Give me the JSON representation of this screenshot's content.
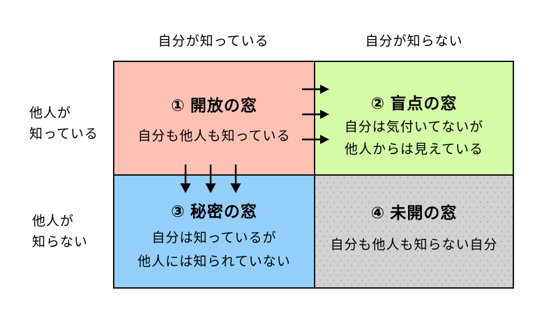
{
  "diagram": {
    "name": "johari-window",
    "column_headers": {
      "left": "自分が知っている",
      "right": "自分が知らない"
    },
    "row_headers": {
      "top": {
        "line1": "他人が",
        "line2": "知っている"
      },
      "bottom": {
        "line1": "他人が",
        "line2": "知らない"
      }
    },
    "quadrants": [
      {
        "title": "① 開放の窓",
        "line1": "自分も他人も知っている",
        "line2": "",
        "color": "#ffc1b3"
      },
      {
        "title": "② 盲点の窓",
        "line1": "自分は気付いてないが",
        "line2": "他人からは見えている",
        "color": "#d4fba6"
      },
      {
        "title": "③ 秘密の窓",
        "line1": "自分は知っているが",
        "line2": "他人には知られていない",
        "color": "#94cffa"
      },
      {
        "title": "④ 未開の窓",
        "line1": "自分も他人も知らない自分",
        "line2": "",
        "color": "#d2d2d2"
      }
    ],
    "arrows": {
      "right_arrow_count": 3,
      "down_arrow_count": 3,
      "color": "#000000"
    },
    "colors": {
      "border": "#141414",
      "background": "#ffffff",
      "quadrant_4_dots": "#b7b7b7"
    }
  }
}
